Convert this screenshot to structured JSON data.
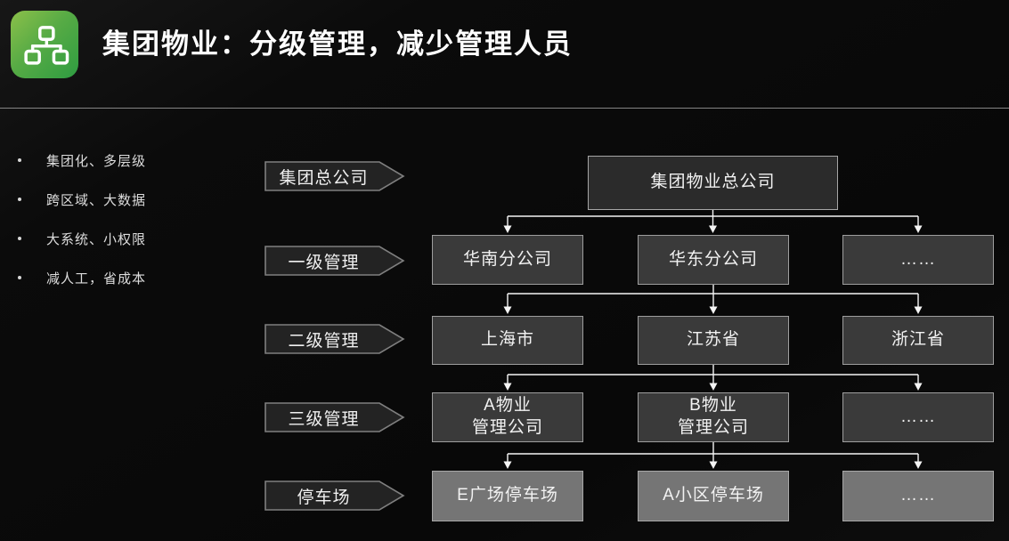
{
  "header": {
    "title": "集团物业：分级管理，减少管理人员",
    "icon": "org-chart-icon",
    "icon_colors": {
      "gradient_from": "#8cc04a",
      "gradient_to": "#2e9c41"
    }
  },
  "bullets": [
    "集团化、多层级",
    "跨区域、大数据",
    "大系统、小权限",
    "减人工，省成本"
  ],
  "org_chart": {
    "levels": [
      {
        "label": "集团总公司",
        "nodes": [
          "集团物业总公司"
        ]
      },
      {
        "label": "一级管理",
        "nodes": [
          "华南分公司",
          "华东分公司",
          "……"
        ]
      },
      {
        "label": "二级管理",
        "nodes": [
          "上海市",
          "江苏省",
          "浙江省"
        ]
      },
      {
        "label": "三级管理",
        "nodes": [
          "A物业\n管理公司",
          "B物业\n管理公司",
          "……"
        ]
      },
      {
        "label": "停车场",
        "nodes": [
          "E广场停车场",
          "A小区停车场",
          "……"
        ]
      }
    ]
  },
  "colors": {
    "background": "#0b0b0b",
    "divider": "#9a9a9a",
    "node_fill": "#3a3a3a",
    "node_fill_root": "#2b2b2b",
    "node_fill_bottom": "#757575",
    "node_border": "#9e9e9e",
    "label_fill": "#232323",
    "label_border": "#7f7f7f",
    "connector": "#f5f5f5",
    "text": "#f2f2f2"
  }
}
